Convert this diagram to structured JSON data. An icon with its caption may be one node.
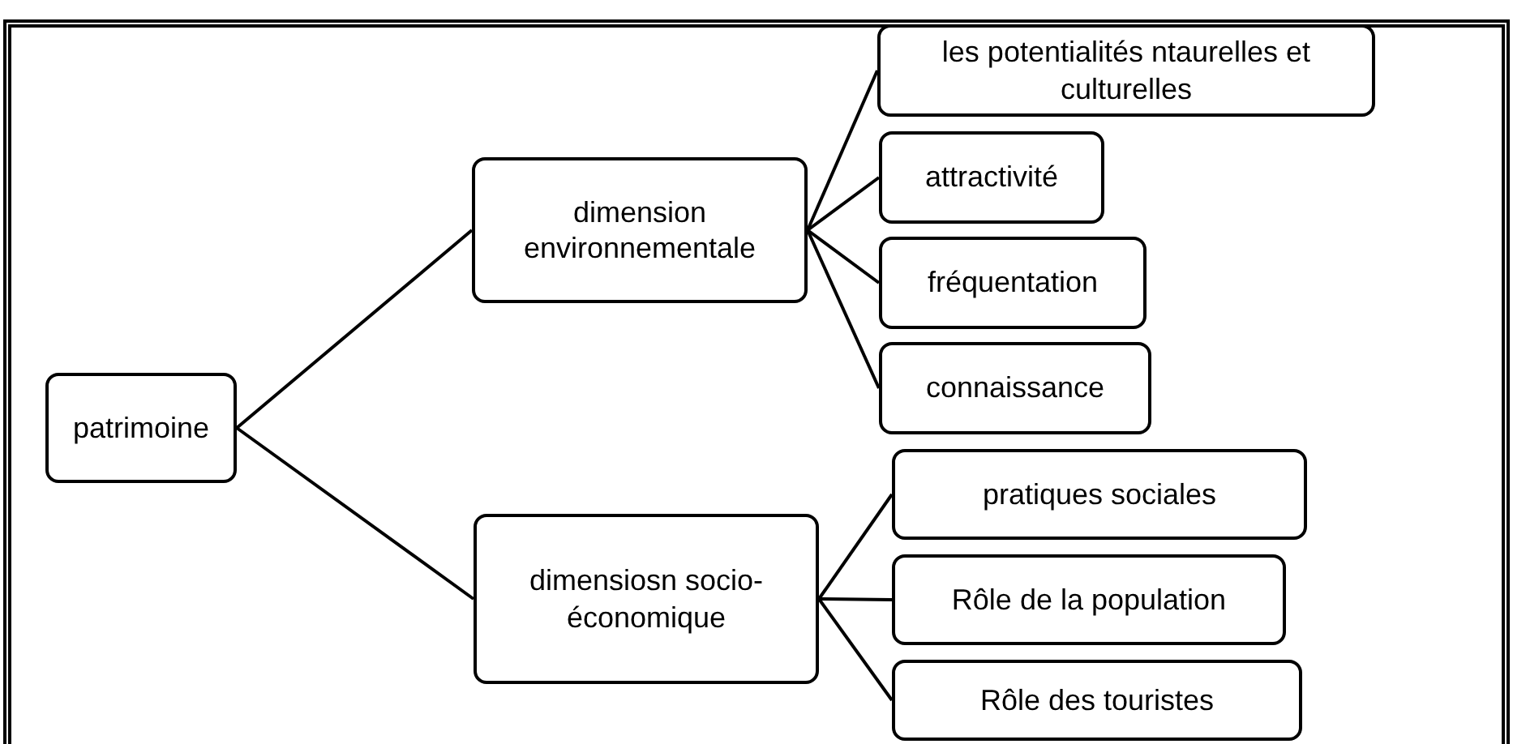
{
  "diagram": {
    "nodes": [
      {
        "text": [
          "patrimoine"
        ]
      },
      {
        "text": [
          "dimension environnementale"
        ]
      },
      {
        "text": [
          "dimensiosn socio-économique"
        ]
      },
      {
        "text": [
          "les potentialités ntaurelles et culturelles"
        ]
      },
      {
        "text": [
          "attractivité"
        ]
      },
      {
        "text": [
          "fréquentation"
        ]
      },
      {
        "text": [
          "connaissance"
        ]
      },
      {
        "text": [
          "pratiques sociales"
        ]
      },
      {
        "text": [
          "Rôle de la population"
        ]
      },
      {
        "text": [
          "Rôle des touristes"
        ]
      }
    ],
    "edges": [
      {
        "from": 0,
        "to": 1,
        "arrow": "none"
      },
      {
        "from": 0,
        "to": 2,
        "arrow": "none"
      },
      {
        "from": 1,
        "to": 3,
        "arrow": "none"
      },
      {
        "from": 1,
        "to": 4,
        "arrow": "none"
      },
      {
        "from": 1,
        "to": 5,
        "arrow": "none"
      },
      {
        "from": 1,
        "to": 6,
        "arrow": "none"
      },
      {
        "from": 2,
        "to": 7,
        "arrow": "none"
      },
      {
        "from": 2,
        "to": 8,
        "arrow": "none"
      },
      {
        "from": 2,
        "to": 9,
        "arrow": "none"
      }
    ]
  }
}
